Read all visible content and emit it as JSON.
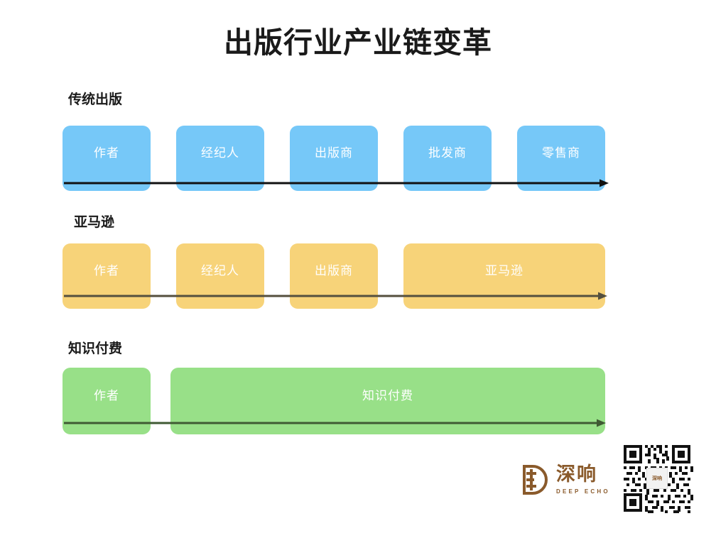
{
  "title": "出版行业产业链变革",
  "sections": [
    {
      "label": "传统出版",
      "color": "#76c8f8",
      "nodes": [
        "作者",
        "经纪人",
        "出版商",
        "批发商",
        "零售商"
      ]
    },
    {
      "label": "亚马逊",
      "color": "#f7d379",
      "nodes": [
        "作者",
        "经纪人",
        "出版商",
        "亚马逊"
      ]
    },
    {
      "label": "知识付费",
      "color": "#98e088",
      "nodes": [
        "作者",
        "知识付费"
      ]
    }
  ],
  "brand": {
    "name_cn": "深响",
    "name_en": "DEEP ECHO",
    "color": "#8a5a2b",
    "mark_icon": "deep-echo-logo-icon",
    "qr_icon": "qr-code-icon",
    "qr_center_label": "深响"
  }
}
